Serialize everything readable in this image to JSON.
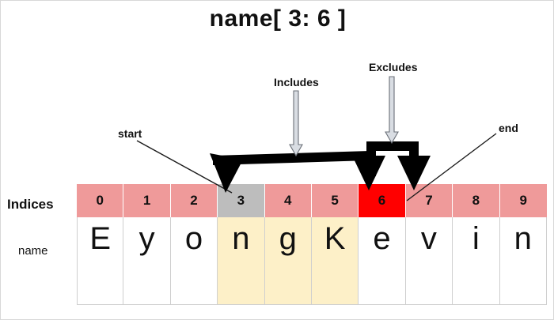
{
  "title": "name[ 3: 6 ]",
  "annotations": {
    "includes": "Includes",
    "excludes": "Excludes",
    "start": "start",
    "end": "end"
  },
  "row_headers": {
    "indices": "Indices",
    "name": "name"
  },
  "colors": {
    "index_default": "#ef9a9a",
    "index_start": "#bdbdbd",
    "index_end": "#ff0000",
    "char_default": "#ffffff",
    "char_selected": "#fdf0c8",
    "arrow_black": "#000000",
    "arrow_gray_fill": "#d9dde3",
    "arrow_gray_stroke": "#6b7078",
    "leader_line": "#1a1a1a",
    "text": "#111111",
    "page_background": "#ffffff"
  },
  "table": {
    "indices": [
      "0",
      "1",
      "2",
      "3",
      "4",
      "5",
      "6",
      "7",
      "8",
      "9"
    ],
    "characters": [
      "E",
      "y",
      "o",
      "n",
      "g",
      "K",
      "e",
      "v",
      "i",
      "n"
    ],
    "index_cell_colors": [
      "#ef9a9a",
      "#ef9a9a",
      "#ef9a9a",
      "#bdbdbd",
      "#ef9a9a",
      "#ef9a9a",
      "#ff0000",
      "#ef9a9a",
      "#ef9a9a",
      "#ef9a9a"
    ],
    "char_cell_colors": [
      "#ffffff",
      "#ffffff",
      "#ffffff",
      "#fdf0c8",
      "#fdf0c8",
      "#fdf0c8",
      "#ffffff",
      "#ffffff",
      "#ffffff",
      "#ffffff"
    ]
  }
}
